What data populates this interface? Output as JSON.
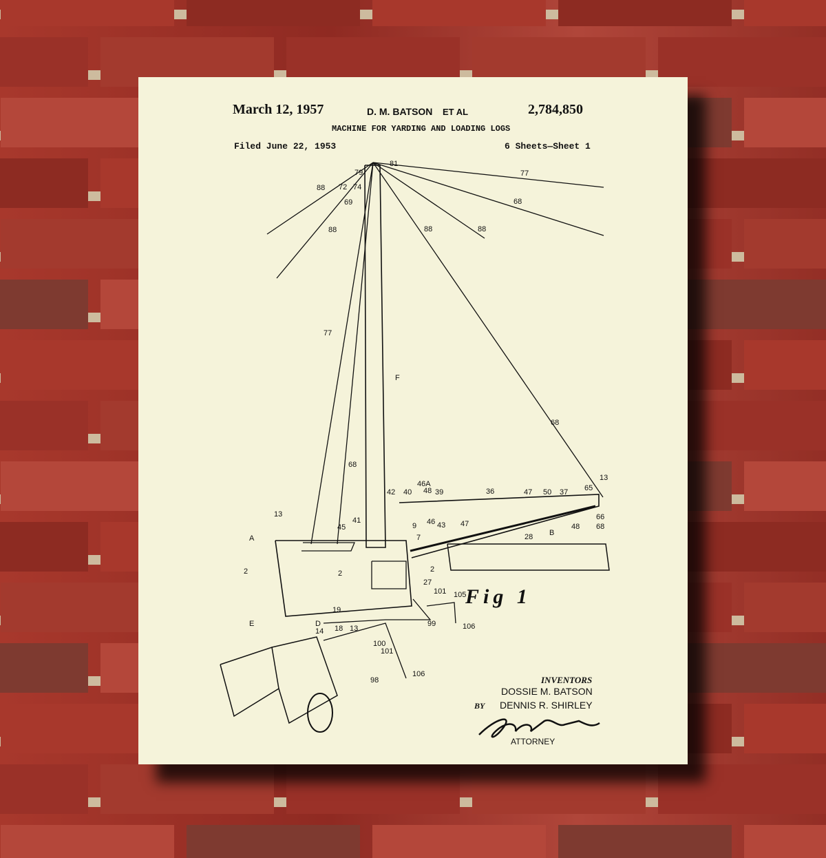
{
  "patent": {
    "date": "March 12, 1957",
    "inventor_header": "D. M. BATSON",
    "et_al": "ET AL",
    "number": "2,784,850",
    "title": "MACHINE FOR YARDING AND LOADING LOGS",
    "filed": "Filed June 22, 1953",
    "sheets": "6 Sheets—Sheet 1",
    "figure_label": "Fig 1",
    "inventors_heading": "INVENTORS",
    "inventor_1": "DOSSIE M. BATSON",
    "by": "BY",
    "inventor_2": "DENNIS R. SHIRLEY",
    "attorney": "ATTORNEY",
    "reference_labels": [
      "79",
      "81",
      "77",
      "88",
      "72",
      "74",
      "69",
      "68",
      "88",
      "88",
      "88",
      "77",
      "F",
      "68",
      "68",
      "13",
      "46A",
      "42",
      "40",
      "48",
      "39",
      "36",
      "47",
      "50",
      "37",
      "65",
      "13",
      "41",
      "46",
      "43",
      "47",
      "66",
      "45",
      "9",
      "7",
      "68",
      "48",
      "B",
      "28",
      "A",
      "2",
      "2",
      "2",
      "27",
      "101",
      "105",
      "19",
      "E",
      "D",
      "14",
      "18",
      "13",
      "99",
      "106",
      "100",
      "101",
      "98",
      "106"
    ]
  },
  "colors": {
    "paper": "#f5f3da",
    "ink": "#111111",
    "brick": "#a8382c",
    "mortar": "#c9b79a"
  }
}
